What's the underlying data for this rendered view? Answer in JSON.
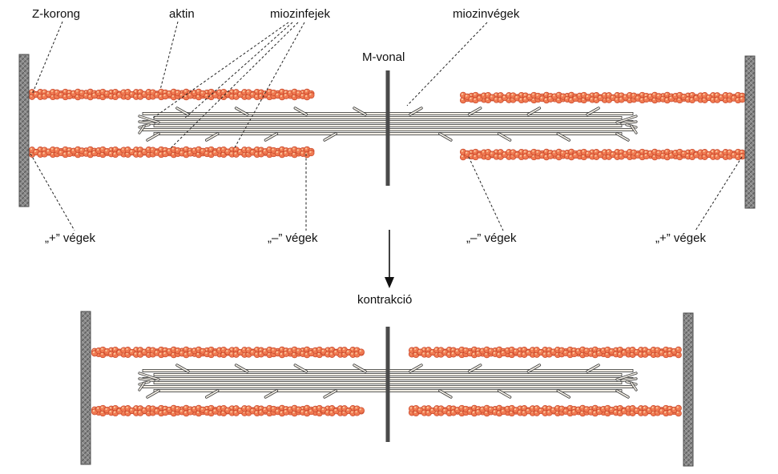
{
  "labels": {
    "z_disc": "Z-korong",
    "actin": "aktin",
    "myosin_heads": "miozinfejek",
    "m_line": "M-vonal",
    "myosin_ends": "miozinvégek",
    "plus_ends_left": "„+” végek",
    "minus_ends_left": "„–” végek",
    "minus_ends_right": "„–” végek",
    "plus_ends_right": "„+” végek",
    "contraction": "kontrakció"
  },
  "colors": {
    "actin_bead_fill": "#f07a52",
    "actin_bead_stroke": "#c8462a",
    "actin_highlight": "#f9c49a",
    "z_disc_fill": "#8a8a8a",
    "m_line": "#4a4a4a",
    "myosin_fill": "#f3efe6",
    "myosin_stroke": "#3a3a3a",
    "leader_line": "#222222"
  }
}
